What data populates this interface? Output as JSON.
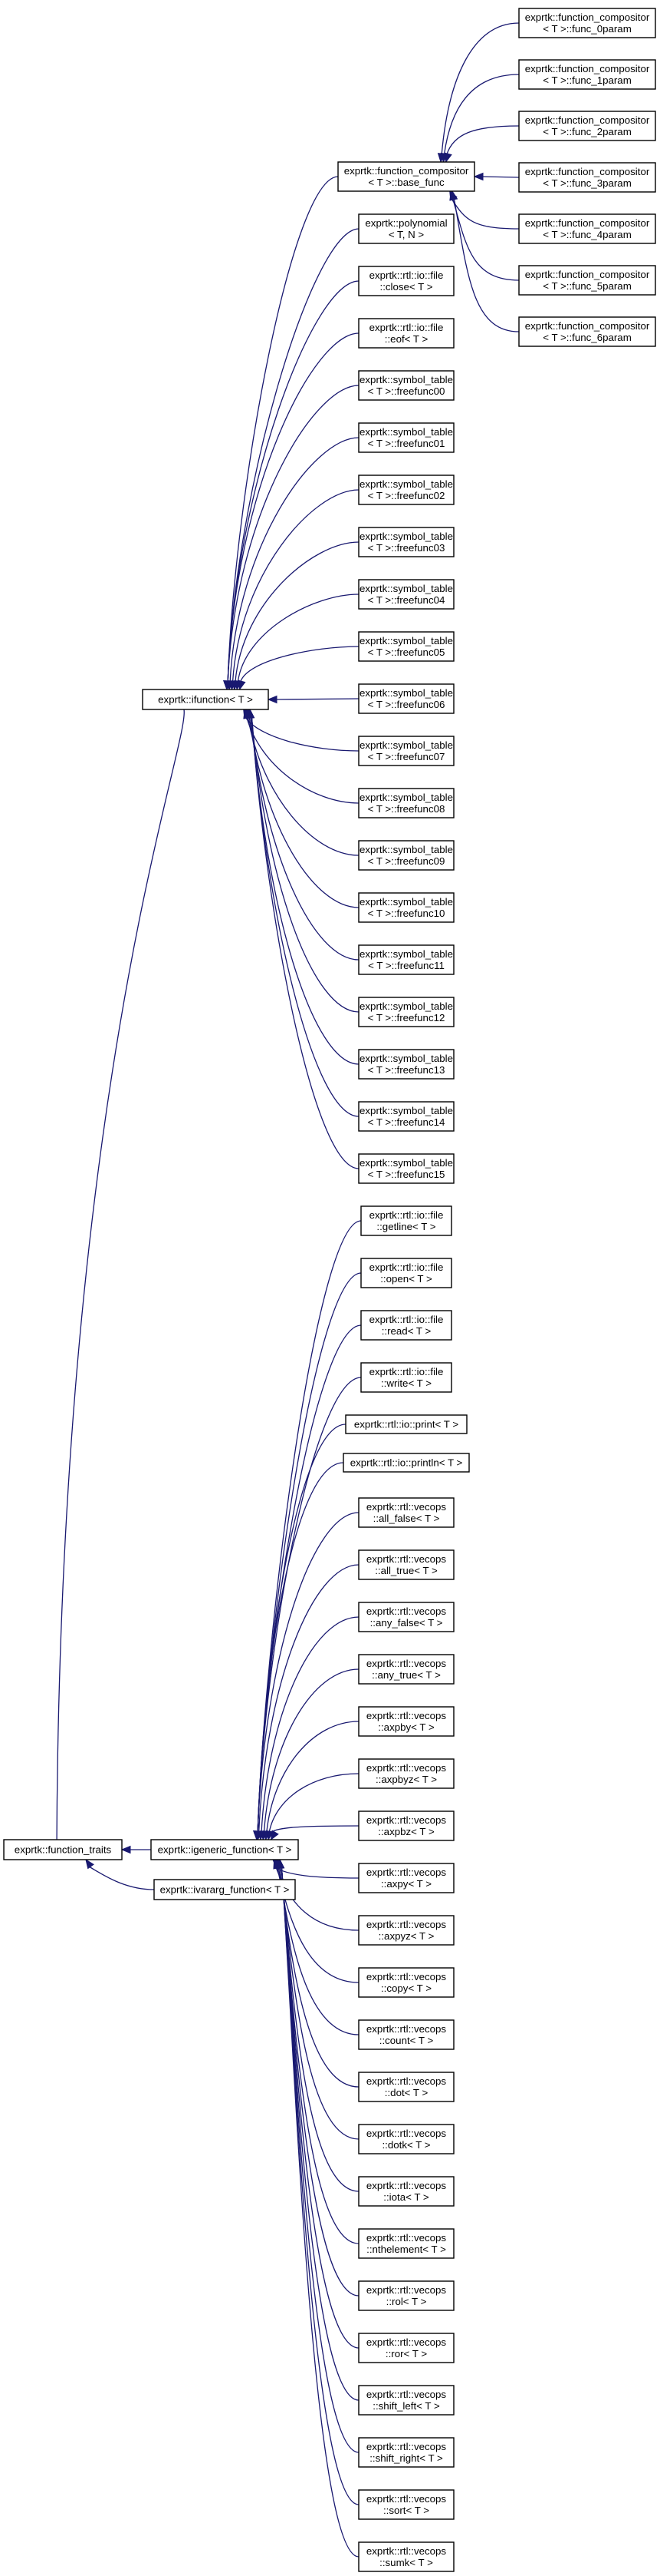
{
  "colors": {
    "edge": "#191970",
    "node_border": "#000000",
    "background": "#ffffff"
  },
  "nodes": [
    {
      "id": "function_traits",
      "lines": [
        "exprtk::function_traits"
      ]
    },
    {
      "id": "igeneric_function",
      "lines": [
        "exprtk::igeneric_function< T >"
      ]
    },
    {
      "id": "ivararg_function",
      "lines": [
        "exprtk::ivararg_function< T >"
      ]
    },
    {
      "id": "ifunction",
      "lines": [
        "exprtk::ifunction< T >"
      ]
    },
    {
      "id": "base_func",
      "lines": [
        "exprtk::function_compositor",
        "< T >::base_func"
      ]
    },
    {
      "id": "func_0param",
      "lines": [
        "exprtk::function_compositor",
        "< T >::func_0param"
      ]
    },
    {
      "id": "func_1param",
      "lines": [
        "exprtk::function_compositor",
        "< T >::func_1param"
      ]
    },
    {
      "id": "func_2param",
      "lines": [
        "exprtk::function_compositor",
        "< T >::func_2param"
      ]
    },
    {
      "id": "func_3param",
      "lines": [
        "exprtk::function_compositor",
        "< T >::func_3param"
      ]
    },
    {
      "id": "func_4param",
      "lines": [
        "exprtk::function_compositor",
        "< T >::func_4param"
      ]
    },
    {
      "id": "func_5param",
      "lines": [
        "exprtk::function_compositor",
        "< T >::func_5param"
      ]
    },
    {
      "id": "func_6param",
      "lines": [
        "exprtk::function_compositor",
        "< T >::func_6param"
      ]
    },
    {
      "id": "polynomial",
      "lines": [
        "exprtk::polynomial",
        "< T, N >"
      ]
    },
    {
      "id": "file_close",
      "lines": [
        "exprtk::rtl::io::file",
        "::close< T >"
      ]
    },
    {
      "id": "file_eof",
      "lines": [
        "exprtk::rtl::io::file",
        "::eof< T >"
      ]
    },
    {
      "id": "freefunc00",
      "lines": [
        "exprtk::symbol_table",
        "< T >::freefunc00"
      ]
    },
    {
      "id": "freefunc01",
      "lines": [
        "exprtk::symbol_table",
        "< T >::freefunc01"
      ]
    },
    {
      "id": "freefunc02",
      "lines": [
        "exprtk::symbol_table",
        "< T >::freefunc02"
      ]
    },
    {
      "id": "freefunc03",
      "lines": [
        "exprtk::symbol_table",
        "< T >::freefunc03"
      ]
    },
    {
      "id": "freefunc04",
      "lines": [
        "exprtk::symbol_table",
        "< T >::freefunc04"
      ]
    },
    {
      "id": "freefunc05",
      "lines": [
        "exprtk::symbol_table",
        "< T >::freefunc05"
      ]
    },
    {
      "id": "freefunc06",
      "lines": [
        "exprtk::symbol_table",
        "< T >::freefunc06"
      ]
    },
    {
      "id": "freefunc07",
      "lines": [
        "exprtk::symbol_table",
        "< T >::freefunc07"
      ]
    },
    {
      "id": "freefunc08",
      "lines": [
        "exprtk::symbol_table",
        "< T >::freefunc08"
      ]
    },
    {
      "id": "freefunc09",
      "lines": [
        "exprtk::symbol_table",
        "< T >::freefunc09"
      ]
    },
    {
      "id": "freefunc10",
      "lines": [
        "exprtk::symbol_table",
        "< T >::freefunc10"
      ]
    },
    {
      "id": "freefunc11",
      "lines": [
        "exprtk::symbol_table",
        "< T >::freefunc11"
      ]
    },
    {
      "id": "freefunc12",
      "lines": [
        "exprtk::symbol_table",
        "< T >::freefunc12"
      ]
    },
    {
      "id": "freefunc13",
      "lines": [
        "exprtk::symbol_table",
        "< T >::freefunc13"
      ]
    },
    {
      "id": "freefunc14",
      "lines": [
        "exprtk::symbol_table",
        "< T >::freefunc14"
      ]
    },
    {
      "id": "freefunc15",
      "lines": [
        "exprtk::symbol_table",
        "< T >::freefunc15"
      ]
    },
    {
      "id": "file_getline",
      "lines": [
        "exprtk::rtl::io::file",
        "::getline< T >"
      ]
    },
    {
      "id": "file_open",
      "lines": [
        "exprtk::rtl::io::file",
        "::open< T >"
      ]
    },
    {
      "id": "file_read",
      "lines": [
        "exprtk::rtl::io::file",
        "::read< T >"
      ]
    },
    {
      "id": "file_write",
      "lines": [
        "exprtk::rtl::io::file",
        "::write< T >"
      ]
    },
    {
      "id": "io_print",
      "lines": [
        "exprtk::rtl::io::print< T >"
      ]
    },
    {
      "id": "io_println",
      "lines": [
        "exprtk::rtl::io::println< T >"
      ]
    },
    {
      "id": "all_false",
      "lines": [
        "exprtk::rtl::vecops",
        "::all_false< T >"
      ]
    },
    {
      "id": "all_true",
      "lines": [
        "exprtk::rtl::vecops",
        "::all_true< T >"
      ]
    },
    {
      "id": "any_false",
      "lines": [
        "exprtk::rtl::vecops",
        "::any_false< T >"
      ]
    },
    {
      "id": "any_true",
      "lines": [
        "exprtk::rtl::vecops",
        "::any_true< T >"
      ]
    },
    {
      "id": "axpby",
      "lines": [
        "exprtk::rtl::vecops",
        "::axpby< T >"
      ]
    },
    {
      "id": "axpbyz",
      "lines": [
        "exprtk::rtl::vecops",
        "::axpbyz< T >"
      ]
    },
    {
      "id": "axpbz",
      "lines": [
        "exprtk::rtl::vecops",
        "::axpbz< T >"
      ]
    },
    {
      "id": "axpy",
      "lines": [
        "exprtk::rtl::vecops",
        "::axpy< T >"
      ]
    },
    {
      "id": "axpyz",
      "lines": [
        "exprtk::rtl::vecops",
        "::axpyz< T >"
      ]
    },
    {
      "id": "copy",
      "lines": [
        "exprtk::rtl::vecops",
        "::copy< T >"
      ]
    },
    {
      "id": "count",
      "lines": [
        "exprtk::rtl::vecops",
        "::count< T >"
      ]
    },
    {
      "id": "dot",
      "lines": [
        "exprtk::rtl::vecops",
        "::dot< T >"
      ]
    },
    {
      "id": "dotk",
      "lines": [
        "exprtk::rtl::vecops",
        "::dotk< T >"
      ]
    },
    {
      "id": "iota",
      "lines": [
        "exprtk::rtl::vecops",
        "::iota< T >"
      ]
    },
    {
      "id": "nthelement",
      "lines": [
        "exprtk::rtl::vecops",
        "::nthelement< T >"
      ]
    },
    {
      "id": "rol",
      "lines": [
        "exprtk::rtl::vecops",
        "::rol< T >"
      ]
    },
    {
      "id": "ror",
      "lines": [
        "exprtk::rtl::vecops",
        "::ror< T >"
      ]
    },
    {
      "id": "shift_left",
      "lines": [
        "exprtk::rtl::vecops",
        "::shift_left< T >"
      ]
    },
    {
      "id": "shift_right",
      "lines": [
        "exprtk::rtl::vecops",
        "::shift_right< T >"
      ]
    },
    {
      "id": "sort",
      "lines": [
        "exprtk::rtl::vecops",
        "::sort< T >"
      ]
    },
    {
      "id": "sumk",
      "lines": [
        "exprtk::rtl::vecops",
        "::sumk< T >"
      ]
    }
  ],
  "edges": [
    [
      "function_traits",
      "igeneric_function"
    ],
    [
      "function_traits",
      "ivararg_function"
    ],
    [
      "function_traits",
      "ifunction"
    ],
    [
      "ifunction",
      "base_func"
    ],
    [
      "ifunction",
      "polynomial"
    ],
    [
      "ifunction",
      "file_close"
    ],
    [
      "ifunction",
      "file_eof"
    ],
    [
      "ifunction",
      "freefunc00"
    ],
    [
      "ifunction",
      "freefunc01"
    ],
    [
      "ifunction",
      "freefunc02"
    ],
    [
      "ifunction",
      "freefunc03"
    ],
    [
      "ifunction",
      "freefunc04"
    ],
    [
      "ifunction",
      "freefunc05"
    ],
    [
      "ifunction",
      "freefunc06"
    ],
    [
      "ifunction",
      "freefunc07"
    ],
    [
      "ifunction",
      "freefunc08"
    ],
    [
      "ifunction",
      "freefunc09"
    ],
    [
      "ifunction",
      "freefunc10"
    ],
    [
      "ifunction",
      "freefunc11"
    ],
    [
      "ifunction",
      "freefunc12"
    ],
    [
      "ifunction",
      "freefunc13"
    ],
    [
      "ifunction",
      "freefunc14"
    ],
    [
      "ifunction",
      "freefunc15"
    ],
    [
      "base_func",
      "func_0param"
    ],
    [
      "base_func",
      "func_1param"
    ],
    [
      "base_func",
      "func_2param"
    ],
    [
      "base_func",
      "func_3param"
    ],
    [
      "base_func",
      "func_4param"
    ],
    [
      "base_func",
      "func_5param"
    ],
    [
      "base_func",
      "func_6param"
    ],
    [
      "igeneric_function",
      "file_getline"
    ],
    [
      "igeneric_function",
      "file_open"
    ],
    [
      "igeneric_function",
      "file_read"
    ],
    [
      "igeneric_function",
      "file_write"
    ],
    [
      "igeneric_function",
      "io_print"
    ],
    [
      "igeneric_function",
      "io_println"
    ],
    [
      "igeneric_function",
      "all_false"
    ],
    [
      "igeneric_function",
      "all_true"
    ],
    [
      "igeneric_function",
      "any_false"
    ],
    [
      "igeneric_function",
      "any_true"
    ],
    [
      "igeneric_function",
      "axpby"
    ],
    [
      "igeneric_function",
      "axpbyz"
    ],
    [
      "igeneric_function",
      "axpbz"
    ],
    [
      "igeneric_function",
      "axpy"
    ],
    [
      "igeneric_function",
      "axpyz"
    ],
    [
      "igeneric_function",
      "copy"
    ],
    [
      "igeneric_function",
      "count"
    ],
    [
      "igeneric_function",
      "dot"
    ],
    [
      "igeneric_function",
      "dotk"
    ],
    [
      "igeneric_function",
      "iota"
    ],
    [
      "igeneric_function",
      "nthelement"
    ],
    [
      "igeneric_function",
      "rol"
    ],
    [
      "igeneric_function",
      "ror"
    ],
    [
      "igeneric_function",
      "shift_left"
    ],
    [
      "igeneric_function",
      "shift_right"
    ],
    [
      "igeneric_function",
      "sort"
    ],
    [
      "igeneric_function",
      "sumk"
    ]
  ]
}
